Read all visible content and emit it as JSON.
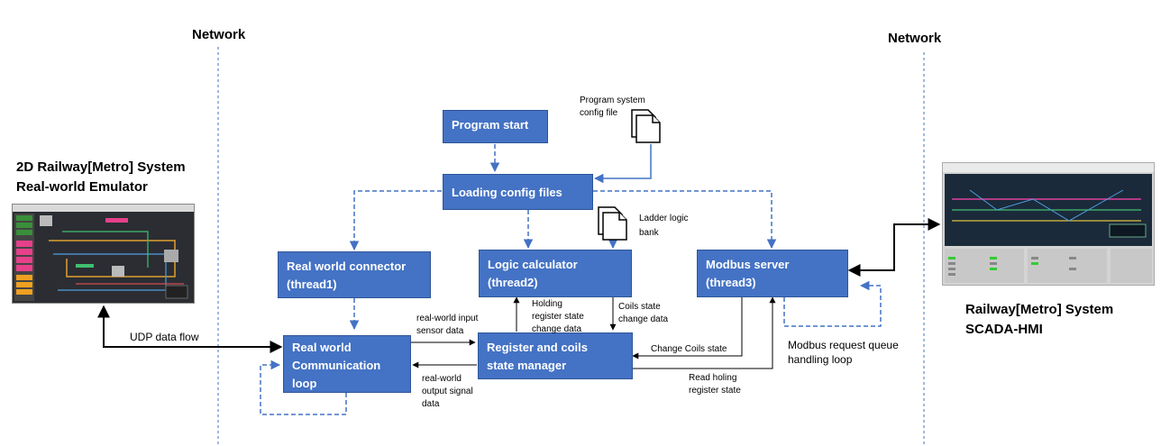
{
  "network_left": "Network",
  "network_right": "Network",
  "emulator": {
    "line1": "2D Railway[Metro] System",
    "line2": "Real-world Emulator"
  },
  "scada": {
    "line1": "Railway[Metro] System",
    "line2": "SCADA-HMI"
  },
  "boxes": {
    "program_start": "Program start",
    "loading_config": "Loading config files",
    "real_world_connector": {
      "line1": "Real world connector",
      "line2": "(thread1)"
    },
    "logic_calculator": {
      "line1": "Logic calculator",
      "line2": "(thread2)"
    },
    "modbus_server": {
      "line1": "Modbus server",
      "line2": "(thread3)"
    },
    "real_world_comm": {
      "line1": "Real world",
      "line2": "Communication",
      "line3": "loop"
    },
    "register_manager": {
      "line1": "Register and coils",
      "line2": "state manager"
    }
  },
  "files": {
    "program_config": {
      "line1": "Program system",
      "line2": "config file"
    },
    "ladder_logic": {
      "line1": "Ladder logic",
      "line2": "bank"
    }
  },
  "labels": {
    "udp": "UDP data flow",
    "rw_input": {
      "line1": "real-world input",
      "line2": "sensor  data"
    },
    "rw_output": {
      "line1": "real-world",
      "line2": "output signal",
      "line3": "data"
    },
    "holding": {
      "line1": "Holding",
      "line2": "register state",
      "line3": "change  data"
    },
    "coils": {
      "line1": "Coils state",
      "line2": "change  data"
    },
    "change_coils": "Change Coils state",
    "read_holding": {
      "line1": "Read holing",
      "line2": "register state"
    },
    "modbus_loop": {
      "line1": "Modbus request queue",
      "line2": "handling loop"
    }
  },
  "colors": {
    "box": "#4472c4",
    "dashed": "#4472c4",
    "line": "#000000"
  }
}
